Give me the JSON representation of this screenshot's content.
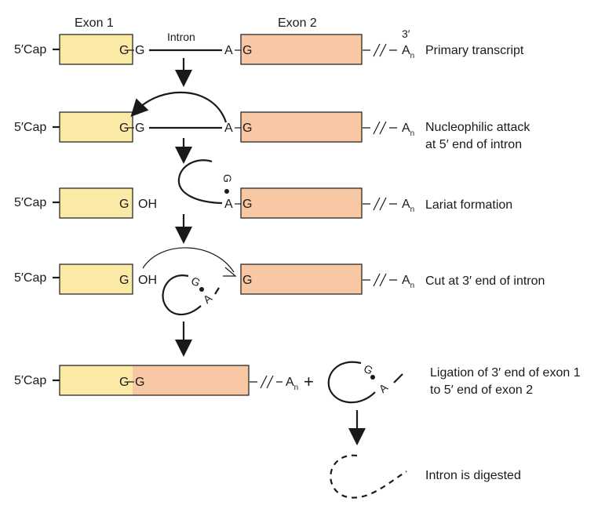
{
  "headers": {
    "exon1": "Exon 1",
    "exon2": "Exon 2",
    "intron": "Intron",
    "three_prime": "3′"
  },
  "common": {
    "cap": "5′Cap",
    "g": "G",
    "a": "A",
    "oh": "OH",
    "an_base": "A",
    "an_sub": "n",
    "plus": "+"
  },
  "steps": [
    {
      "label": "Primary transcript"
    },
    {
      "label_lines": [
        "Nucleophilic attack",
        "at 5′ end of intron"
      ]
    },
    {
      "label": "Lariat formation"
    },
    {
      "label": "Cut at 3′ end of intron"
    },
    {
      "label_lines": [
        "Ligation of 3′ end of exon 1",
        "to 5′ end of exon 2"
      ]
    },
    {
      "label": "Intron is digested"
    }
  ],
  "colors": {
    "exon1_fill": "#fbe9a6",
    "exon2_fill": "#f8c7a3",
    "stroke": "#1a1a1a"
  }
}
